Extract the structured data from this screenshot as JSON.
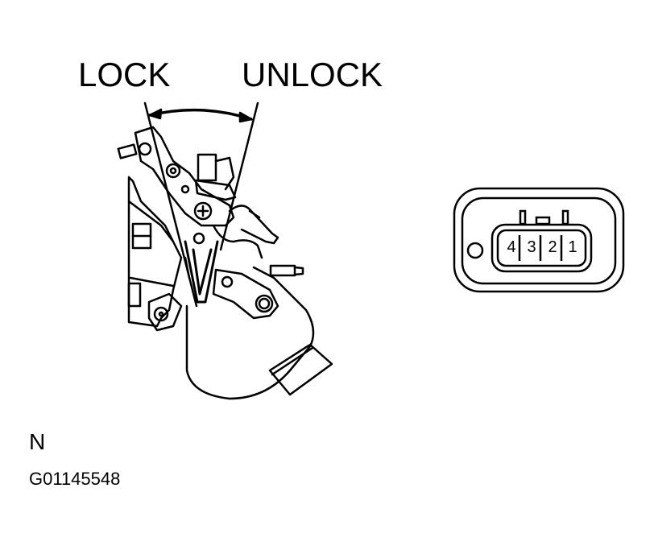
{
  "diagram": {
    "labels": {
      "lock": "LOCK",
      "unlock": "UNLOCK"
    },
    "connector": {
      "pins": [
        "4",
        "3",
        "2",
        "1"
      ]
    },
    "view_label": "N",
    "figure_code": "G01145548",
    "colors": {
      "ink": "#000000",
      "paper": "#ffffff"
    }
  }
}
